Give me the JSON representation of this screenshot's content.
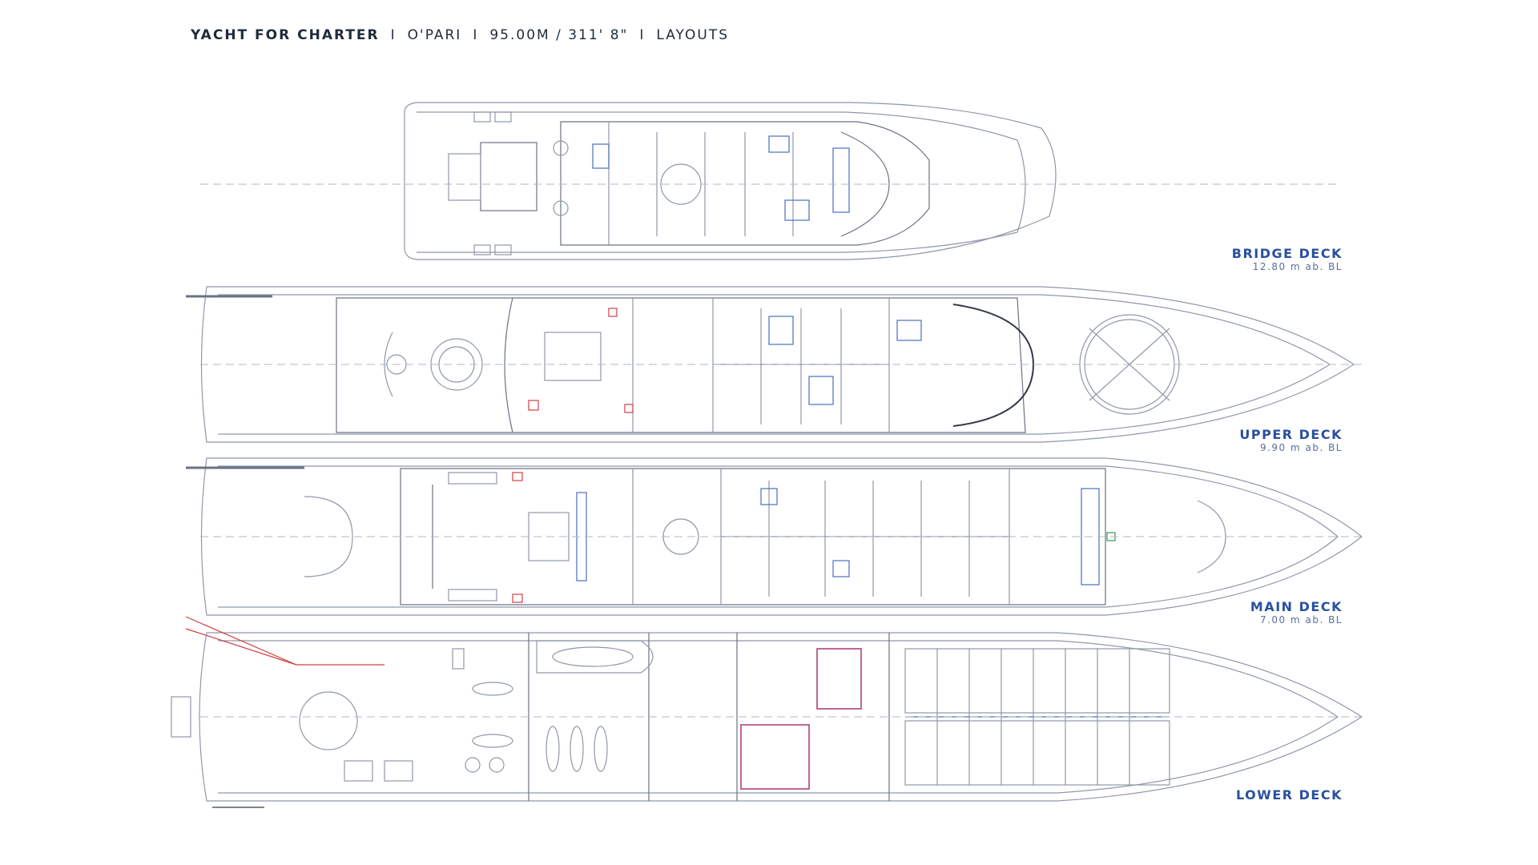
{
  "header": {
    "title": "YACHT FOR CHARTER",
    "name": "O'PARI",
    "length": "95.00M / 311' 8\"",
    "section": "LAYOUTS",
    "separator": "I"
  },
  "decks": [
    {
      "id": "bridge",
      "name": "BRIDGE DECK",
      "height": "12.80 m ab. BL"
    },
    {
      "id": "upper",
      "name": "UPPER DECK",
      "height": "9.90 m ab. BL"
    },
    {
      "id": "main",
      "name": "MAIN DECK",
      "height": "7.00 m ab. BL"
    },
    {
      "id": "lower",
      "name": "LOWER DECK",
      "height": ""
    }
  ],
  "colors": {
    "line": "#9aa3b1",
    "dark_line": "#5d6675",
    "blue_label": "#2a4fa0",
    "accent_red": "#d04040",
    "accent_magenta": "#b0407a"
  }
}
